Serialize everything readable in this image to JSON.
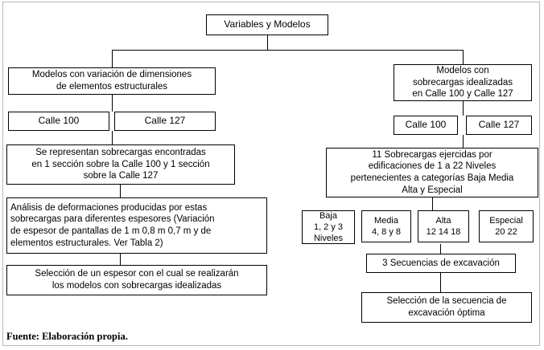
{
  "diagram": {
    "root": {
      "label": "Variables y Modelos"
    },
    "left": {
      "variation_models": "Modelos con variación de dimensiones\nde elementos estructurales",
      "calle_100": "Calle 100",
      "calle_127": "Calle 127",
      "sobrecargas": "Se representan sobrecargas encontradas\nen 1 sección sobre la Calle 100 y 1 sección\nsobre la Calle 127",
      "analisis": "Análisis de deformaciones producidas por estas\nsobrecargas para diferentes espesores (Variación\nde espesor de pantallas de 1 m 0,8 m 0,7 m y de\nelementos estructurales. Ver Tabla 2)",
      "seleccion": "Selección de un espesor con el cual se realizarán\nlos modelos con sobrecargas idealizadas"
    },
    "right": {
      "idealized_models": "Modelos con\nsobrecargas idealizadas\nen Calle 100 y Calle 127",
      "calle_100": "Calle 100",
      "calle_127": "Calle 127",
      "sobrecargas": "11 Sobrecargas ejercidas por\nedificaciones de 1 a 22 Niveles\npertenecientes a categorías Baja Media\nAlta y Especial",
      "cat_baja": "Baja\n1, 2 y 3\nNiveles",
      "cat_media": "Media\n4, 8 y 8",
      "cat_alta": "Alta\n12 14 18",
      "cat_especial": "Especial\n20 22",
      "secuencias": "3 Secuencias de excavación",
      "seleccion": "Selección de la  secuencia de\nexcavación óptima"
    },
    "source_note": "Fuente: Elaboración propia."
  }
}
